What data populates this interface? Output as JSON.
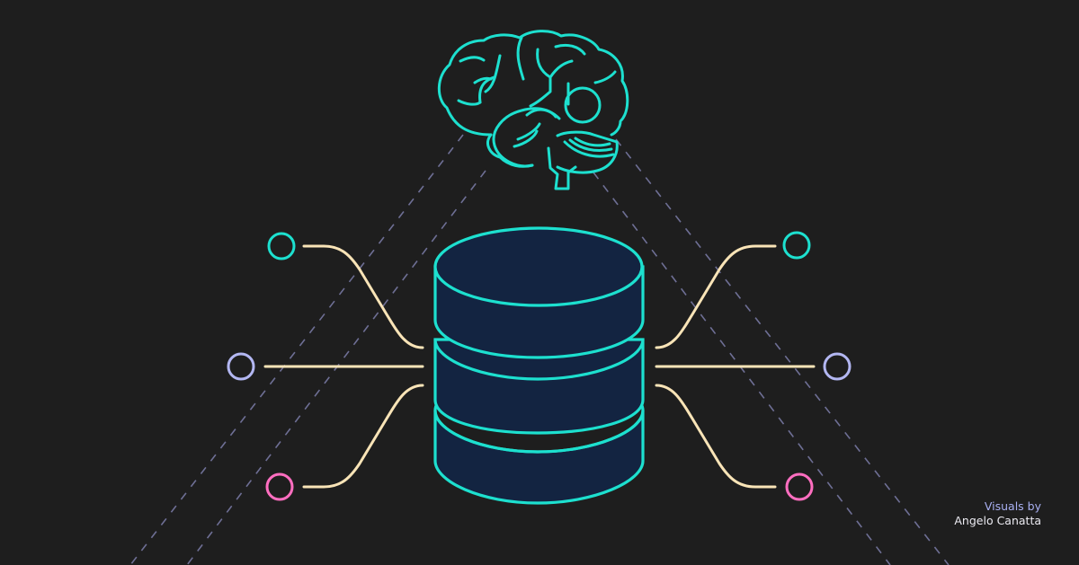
{
  "credit": {
    "label": "Visuals by",
    "author": "Angelo Canatta"
  },
  "colors": {
    "background": "#1e1e1e",
    "teal": "#1de0cf",
    "database_fill": "#132441",
    "connector": "#f9e4b7",
    "dashed": "#6e6f95",
    "node_teal": "#1de0cf",
    "node_lavender": "#b3b7f2",
    "node_pink": "#ff6ec0"
  },
  "illustration": {
    "brain_icon": "brain",
    "database_icon": "database-cylinder-3-tiers",
    "nodes_left": [
      "teal",
      "lavender",
      "pink"
    ],
    "nodes_right": [
      "teal",
      "lavender",
      "pink"
    ]
  }
}
